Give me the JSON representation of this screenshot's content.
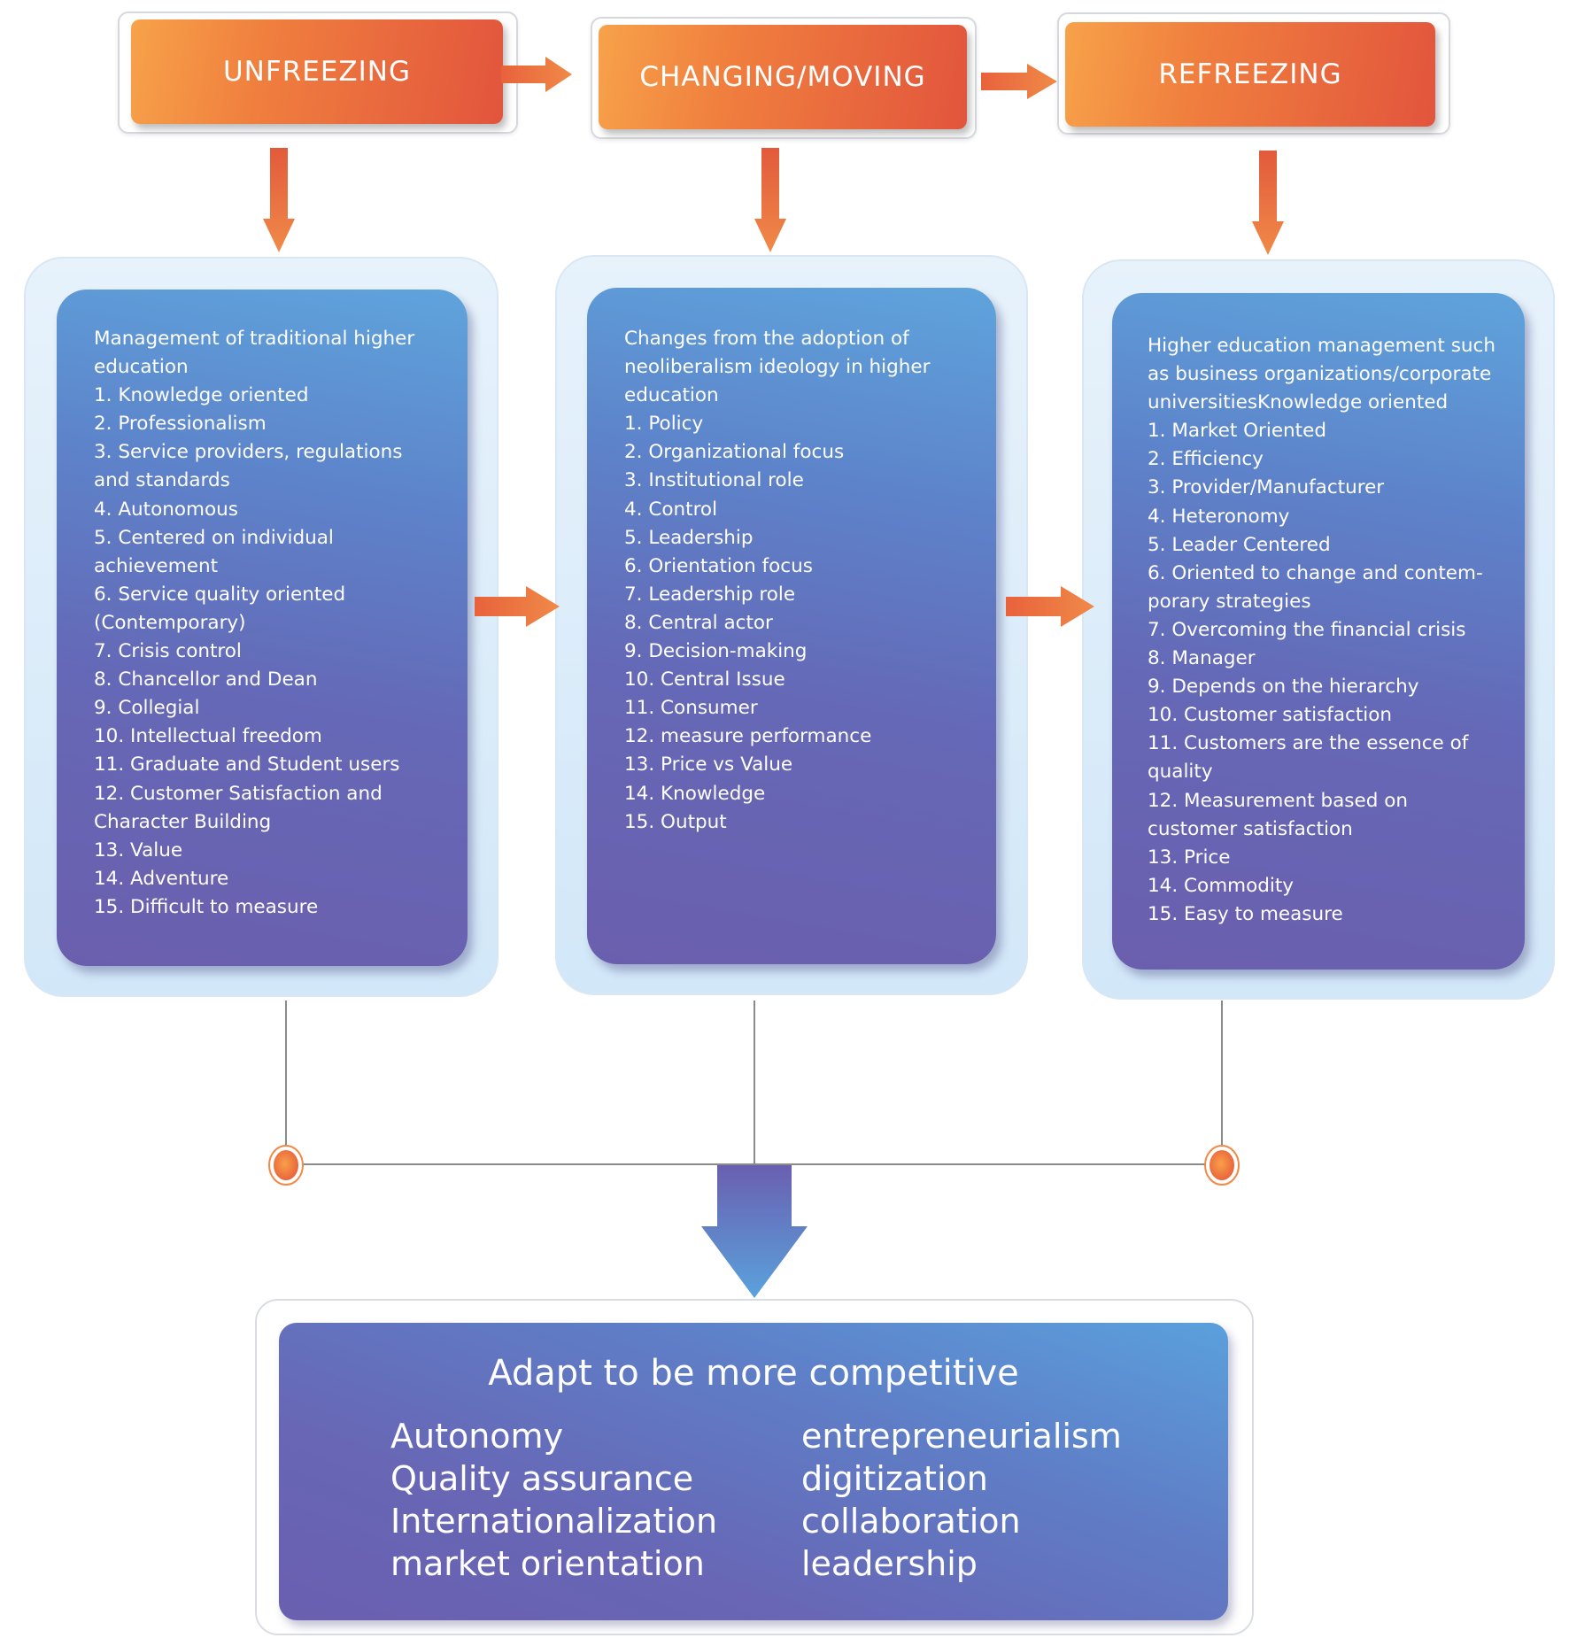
{
  "stages": {
    "unfreezing": "UNFREEZING",
    "changing": "CHANGING/MOVING",
    "refreezing": "REFREEZING"
  },
  "columns": {
    "left": {
      "lines": [
        "Management of traditional higher",
        "education",
        "1. Knowledge oriented",
        "2. Professionalism",
        "3. Service providers, regulations",
        "and standards",
        "4. Autonomous",
        "5. Centered on individual",
        "achievement",
        "6. Service quality oriented",
        "(Contemporary)",
        "7. Crisis control",
        "8. Chancellor and Dean",
        "9. Collegial",
        "10. Intellectual freedom",
        "11. Graduate and Student users",
        "12. Customer Satisfaction and",
        "Character Building",
        "13. Value",
        "14. Adventure",
        "15. Difficult to measure"
      ]
    },
    "middle": {
      "lines": [
        "Changes from the adoption of",
        "neoliberalism ideology in higher",
        "education",
        "1. Policy",
        "2. Organizational focus",
        "3. Institutional role",
        "4. Control",
        "5. Leadership",
        "6. Orientation focus",
        "7. Leadership role",
        "8. Central actor",
        "9. Decision-making",
        "10. Central Issue",
        "11. Consumer",
        "12. measure performance",
        "13. Price vs Value",
        "14. Knowledge",
        "15. Output"
      ]
    },
    "right": {
      "lines": [
        "Higher education management such",
        "as business organizations/corporate",
        "universitiesKnowledge oriented",
        "1. Market Oriented",
        "2. Efficiency",
        "3. Provider/Manufacturer",
        "4. Heteronomy",
        "5. Leader Centered",
        "6. Oriented to change and contem-",
        "porary strategies",
        "7. Overcoming the financial crisis",
        "8. Manager",
        "9. Depends on the hierarchy",
        "10. Customer satisfaction",
        "11. Customers are the essence of",
        "quality",
        "12. Measurement based on",
        "customer satisfaction",
        "13. Price",
        "14. Commodity",
        "15. Easy to measure"
      ]
    }
  },
  "outcome": {
    "title": "Adapt to be more competitive",
    "left_items": [
      "Autonomy",
      "Quality assurance",
      "Internationalization",
      "market orientation"
    ],
    "right_items": [
      "entrepreneurialism",
      "digitization",
      "collaboration",
      "leadership"
    ]
  },
  "colors": {
    "stage_orange": "#f07f3e",
    "stage_red": "#e2553d",
    "panel_blue": "#5fa4dc",
    "panel_purple": "#6a5fae",
    "connector_gray": "#8a8a8a"
  }
}
